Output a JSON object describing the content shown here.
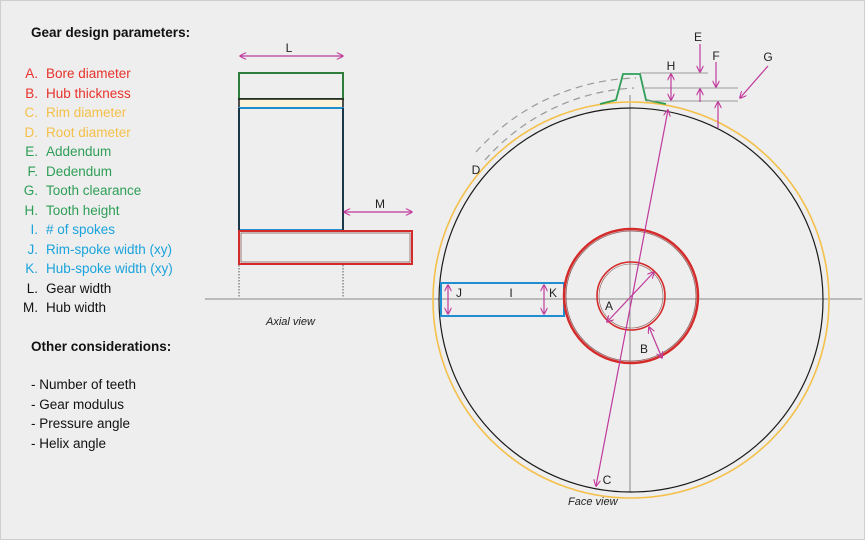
{
  "heading_parameters": "Gear design parameters:",
  "parameters": [
    {
      "letter": "A.",
      "label": "Bore diameter",
      "color": "#e8322b"
    },
    {
      "letter": "B.",
      "label": "Hub thickness",
      "color": "#e8322b"
    },
    {
      "letter": "C.",
      "label": "Rim diameter",
      "color": "#f5c04a"
    },
    {
      "letter": "D.",
      "label": "Root diameter",
      "color": "#f5c04a"
    },
    {
      "letter": "E.",
      "label": "Addendum",
      "color": "#2e9e57"
    },
    {
      "letter": "F.",
      "label": "Dedendum",
      "color": "#2e9e57"
    },
    {
      "letter": "G.",
      "label": "Tooth clearance",
      "color": "#2e9e57"
    },
    {
      "letter": "H.",
      "label": "Tooth height",
      "color": "#2e9e57"
    },
    {
      "letter": "I.",
      "label": "# of spokes",
      "color": "#1aa3dc"
    },
    {
      "letter": "J.",
      "label": "Rim-spoke width (xy)",
      "color": "#1aa3dc"
    },
    {
      "letter": "K.",
      "label": "Hub-spoke width (xy)",
      "color": "#1aa3dc"
    },
    {
      "letter": "L.",
      "label": "Gear width",
      "color": "#111111"
    },
    {
      "letter": "M.",
      "label": "Hub width",
      "color": "#111111"
    }
  ],
  "heading_considerations": "Other considerations:",
  "considerations": [
    "-  Number of teeth",
    "- Gear modulus",
    "- Pressure angle",
    "- Helix angle"
  ],
  "captions": {
    "axial": "Axial view",
    "face": "Face view"
  },
  "dim_labels": {
    "L": "L",
    "M": "M",
    "A": "A",
    "B": "B",
    "C": "C",
    "D": "D",
    "E": "E",
    "F": "F",
    "G": "G",
    "H": "H",
    "I": "I",
    "J": "J",
    "K": "K"
  },
  "colors": {
    "dimension": "#c0399c",
    "hub": "#d42a2a",
    "spoke": "#1f8fd1",
    "tooth": "#2e9e57",
    "rim": "#f5c04a",
    "body": "#1a1a1a",
    "dashed": "#999999",
    "axis": "#888888"
  }
}
